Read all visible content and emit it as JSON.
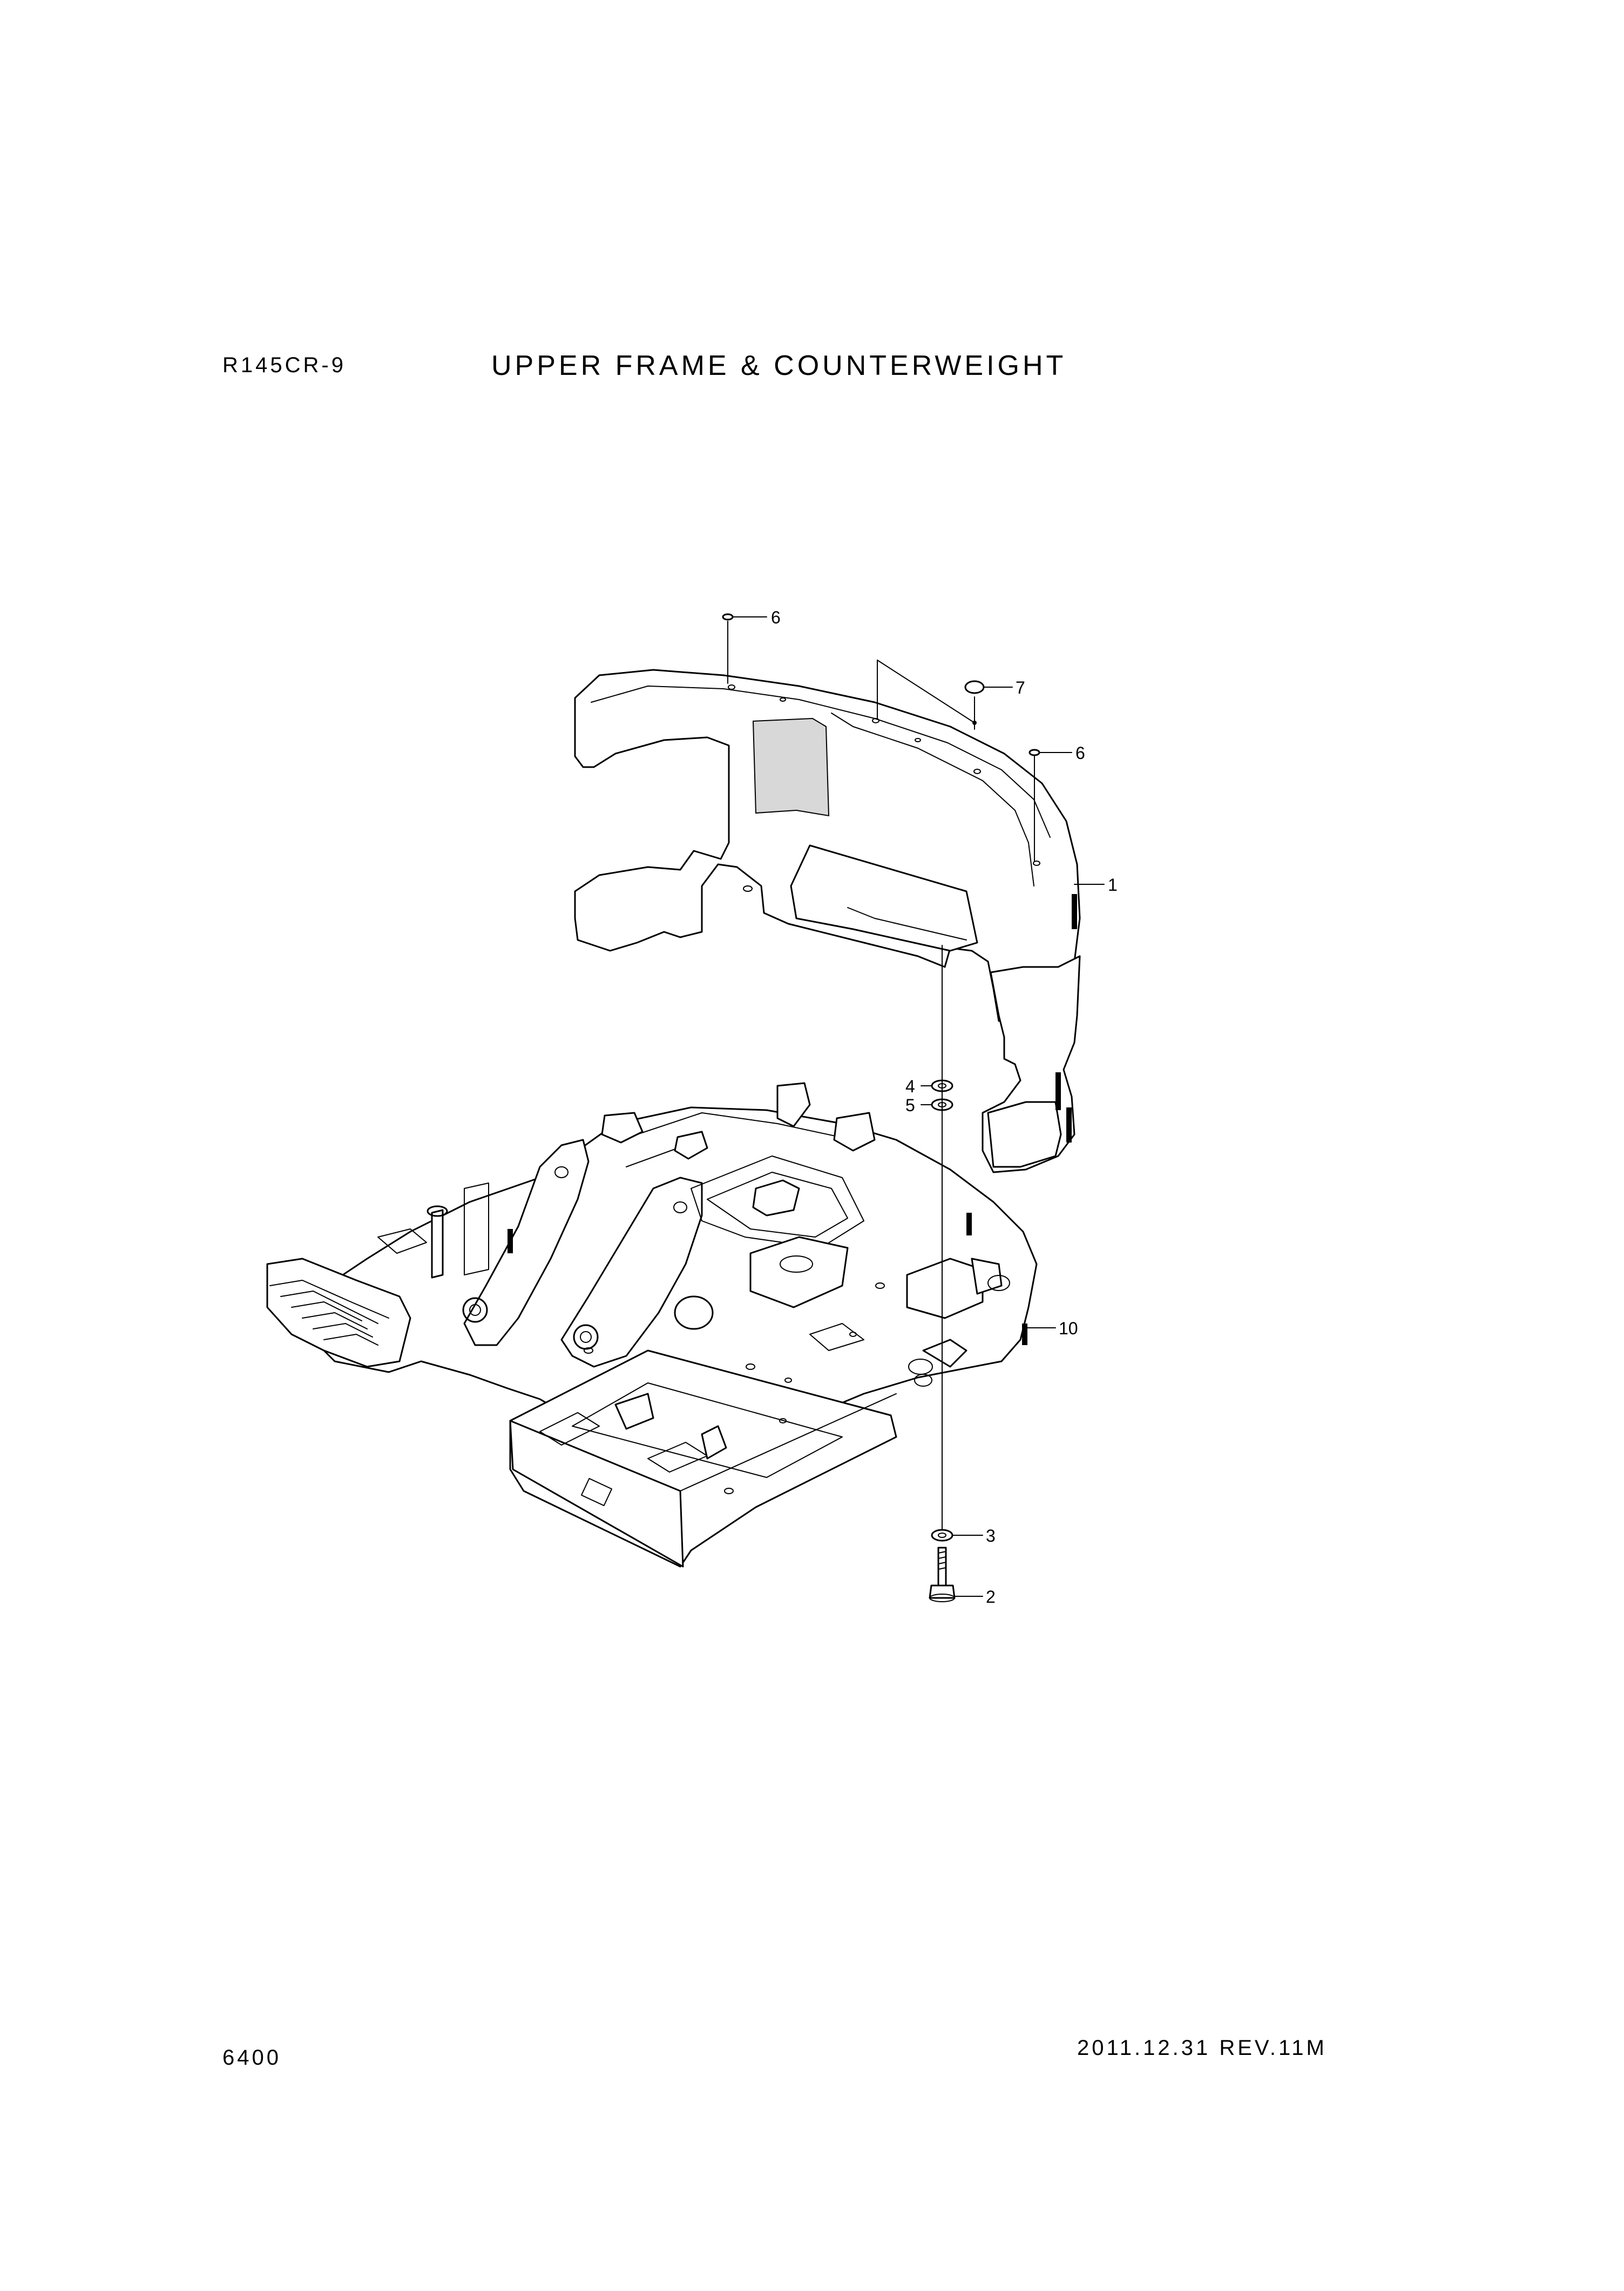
{
  "header": {
    "model": "R145CR-9",
    "title": "UPPER FRAME & COUNTERWEIGHT"
  },
  "footer": {
    "page_number": "6400",
    "revision": "2011.12.31  REV.11M"
  },
  "diagram": {
    "callouts": [
      {
        "id": "callout-6-left",
        "label": "6"
      },
      {
        "id": "callout-7",
        "label": "7"
      },
      {
        "id": "callout-6-right",
        "label": "6"
      },
      {
        "id": "callout-1",
        "label": "1"
      },
      {
        "id": "callout-4",
        "label": "4"
      },
      {
        "id": "callout-5",
        "label": "5"
      },
      {
        "id": "callout-10",
        "label": "10"
      },
      {
        "id": "callout-3",
        "label": "3"
      },
      {
        "id": "callout-2",
        "label": "2"
      }
    ]
  }
}
